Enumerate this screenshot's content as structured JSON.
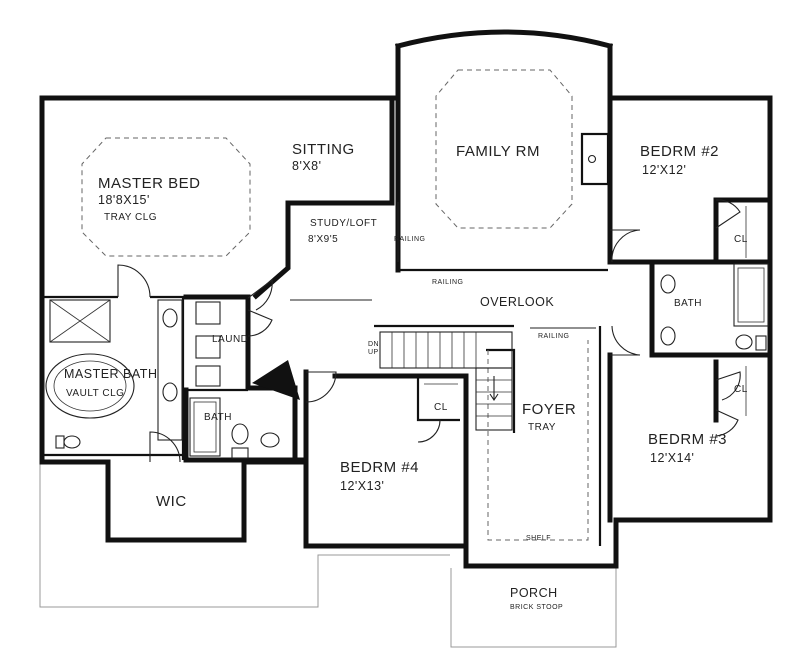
{
  "rooms": {
    "master_bed": {
      "name": "MASTER BED",
      "size": "18'8X15'",
      "note": "TRAY CLG"
    },
    "sitting": {
      "name": "SITTING",
      "size": "8'X8'"
    },
    "study_loft": {
      "name": "STUDY/LOFT",
      "size": "8'X9'5"
    },
    "family_rm": {
      "name": "FAMILY RM"
    },
    "bedrm2": {
      "name": "BEDRM #2",
      "size": "12'X12'"
    },
    "bedrm3": {
      "name": "BEDRM #3",
      "size": "12'X14'"
    },
    "bedrm4": {
      "name": "BEDRM #4",
      "size": "12'X13'"
    },
    "master_bath": {
      "name": "MASTER BATH",
      "note": "VAULT CLG"
    },
    "laund": {
      "name": "LAUND"
    },
    "bath_hall": {
      "name": "BATH"
    },
    "bath_right": {
      "name": "BATH"
    },
    "wic": {
      "name": "WIC"
    },
    "foyer": {
      "name": "FOYER",
      "note": "TRAY"
    },
    "porch": {
      "name": "PORCH",
      "note": "BRICK STOOP"
    },
    "cl_bed4": {
      "name": "CL"
    },
    "cl_bed2": {
      "name": "CL"
    },
    "cl_bed3": {
      "name": "CL"
    }
  },
  "annotations": {
    "overlook": "OVERLOOK",
    "railing_family_side": "RAILING",
    "railing_family_bottom": "RAILING",
    "railing_stair": "RAILING",
    "stair_dn": "DN",
    "stair_up": "UP",
    "shelf": "SHELF"
  }
}
